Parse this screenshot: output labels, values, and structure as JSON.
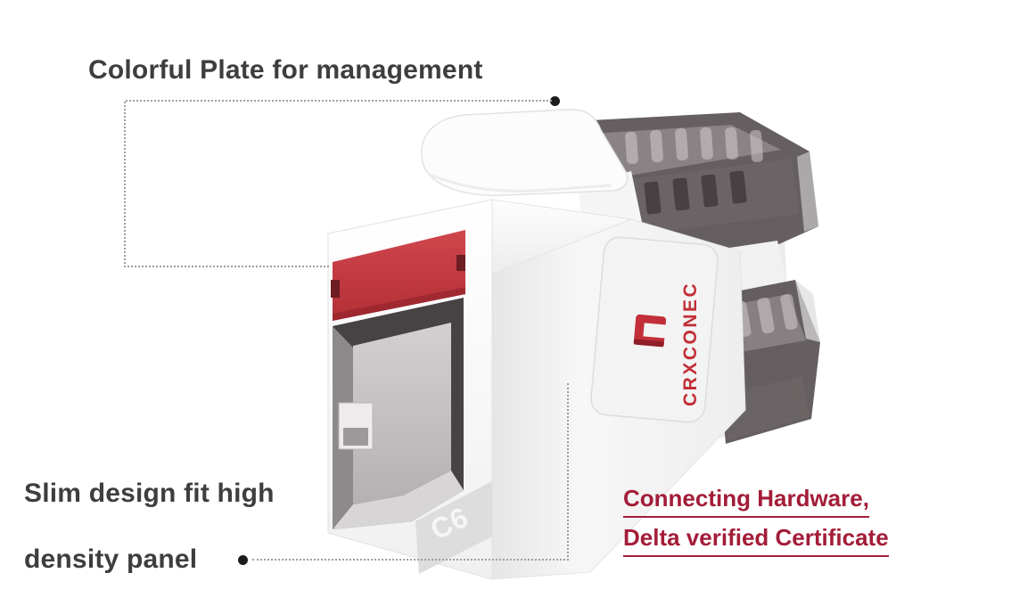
{
  "annotations": {
    "top": {
      "text": "Colorful Plate for management"
    },
    "bottom_left": {
      "line1": "Slim design fit high",
      "line2": "density panel"
    },
    "bottom_right": {
      "line1": "Connecting Hardware,",
      "line2": "Delta verified Certificate"
    }
  },
  "product": {
    "brand": "CRXCONEC",
    "category_label": "C6"
  },
  "colors": {
    "annotation_text": "#3e3e40",
    "accent_red_text": "#a31d38",
    "plate_red": "#c43a41",
    "brand_red": "#c22f38",
    "leader_dotted": "#9e9e9e",
    "leader_dot": "#1c1c1c",
    "smoke_part": "#5a5355"
  }
}
